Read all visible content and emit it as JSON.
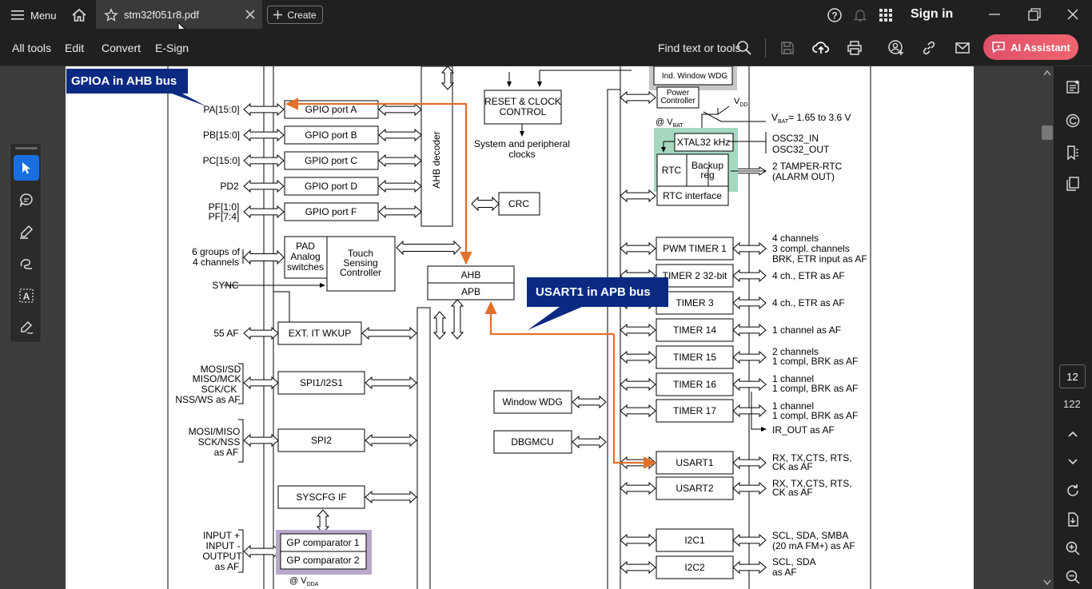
{
  "titlebar": {
    "menu_label": "Menu",
    "tab_title": "stm32f051r8.pdf",
    "create_label": "Create",
    "signin_label": "Sign in"
  },
  "toolbar": {
    "all_tools": "All tools",
    "edit": "Edit",
    "convert": "Convert",
    "esign": "E-Sign",
    "find_label": "Find text or tools",
    "ai_label": "AI Assistant"
  },
  "nav": {
    "current_page": "12",
    "total_pages": "122"
  },
  "diagram": {
    "callout_gpioa": "GPIOA in AHB bus",
    "callout_usart1": "USART1 in APB bus",
    "ports": [
      {
        "label": "PA[15:0]",
        "block": "GPIO port A"
      },
      {
        "label": "PB[15:0]",
        "block": "GPIO port B"
      },
      {
        "label": "PC[15:0]",
        "block": "GPIO port C"
      },
      {
        "label": "PD2",
        "block": "GPIO port D"
      },
      {
        "label": "PF[1:0]",
        "label2": "PF[7:4]",
        "block": "GPIO port F"
      }
    ],
    "ahb_decoder": "AHB decoder",
    "reset_clock_1": "RESET & CLOCK",
    "reset_clock_2": "CONTROL",
    "sys_clocks_1": "System and peripheral",
    "sys_clocks_2": "clocks",
    "crc": "CRC",
    "ahb": "AHB",
    "apb": "APB",
    "touch_groups_1": "6 groups of",
    "touch_groups_2": "4 channels",
    "pad_1": "PAD",
    "pad_2": "Analog",
    "pad_3": "switches",
    "touch_1": "Touch",
    "touch_2": "Sensing",
    "touch_3": "Controller",
    "sync": "SYNC",
    "af55": "55 AF",
    "ext_it": "EXT. IT WKUP",
    "spi1_pins": [
      "MOSI/SD",
      "MISO/MCK",
      "SCK/CK",
      "NSS/WS as AF"
    ],
    "spi1": "SPI1/I2S1",
    "spi2_pins": [
      "MOSI/MISO",
      "SCK/NSS",
      "as AF"
    ],
    "spi2": "SPI2",
    "syscfg": "SYSCFG IF",
    "comp_pins": [
      "INPUT +",
      "INPUT -",
      "OUTPUT",
      "as AF"
    ],
    "comp1": "GP comparator 1",
    "comp2": "GP comparator 2",
    "vdda": "@ V",
    "vdda_sub": "DDA",
    "window_wdg": "Window WDG",
    "dbgmcu": "DBGMCU",
    "ind_wdg": "Ind. Window WDG",
    "power_1": "Power",
    "power_2": "Controller",
    "vdd": "V",
    "vdd_sub": "DD",
    "vbat_at": "@ V",
    "vbat_sub": "BAT",
    "vbat_range_pre": "V",
    "vbat_range_sub": "BAT",
    "vbat_range": "= 1.65 to 3.6 V",
    "xtal": "XTAL32 kHz",
    "osc_in": "OSC32_IN",
    "osc_out": "OSC32_OUT",
    "rtc": "RTC",
    "backup_1": "Backup",
    "backup_2": "reg",
    "tamper_1": "2 TAMPER-RTC",
    "tamper_2": "(ALARM OUT)",
    "rtc_if": "RTC interface",
    "timers": [
      {
        "name": "PWM TIMER 1",
        "desc": [
          "4 channels",
          "3 compl. channels",
          "BRK, ETR input as AF"
        ]
      },
      {
        "name": "TIMER 2 32-bit",
        "desc": [
          "4 ch., ETR as AF"
        ]
      },
      {
        "name": "TIMER 3",
        "desc": [
          "4 ch., ETR as AF"
        ]
      },
      {
        "name": "TIMER 14",
        "desc": [
          "1 channel as AF"
        ]
      },
      {
        "name": "TIMER 15",
        "desc": [
          "2 channels",
          "1 compl, BRK as AF"
        ]
      },
      {
        "name": "TIMER 16",
        "desc": [
          "1 channel",
          "1 compl, BRK as AF"
        ]
      },
      {
        "name": "TIMER 17",
        "desc": [
          "1 channel",
          "1 compl, BRK as AF"
        ]
      }
    ],
    "ir_out": "IR_OUT as AF",
    "usarts": [
      {
        "name": "USART1",
        "desc": [
          "RX, TX,CTS, RTS,",
          "CK as AF"
        ]
      },
      {
        "name": "USART2",
        "desc": [
          "RX, TX,CTS, RTS,",
          "CK as AF"
        ]
      }
    ],
    "i2cs": [
      {
        "name": "I2C1",
        "desc": [
          "SCL, SDA, SMBA",
          "(20 mA FM+) as AF"
        ]
      },
      {
        "name": "I2C2",
        "desc": [
          "SCL, SDA",
          "as AF"
        ]
      }
    ]
  },
  "colors": {
    "callout_bg": "#0a2a82",
    "highlight_arrow": "#e0702a",
    "rtc_green": "#a6d8c0",
    "comp_purple": "#b9a9cc"
  }
}
